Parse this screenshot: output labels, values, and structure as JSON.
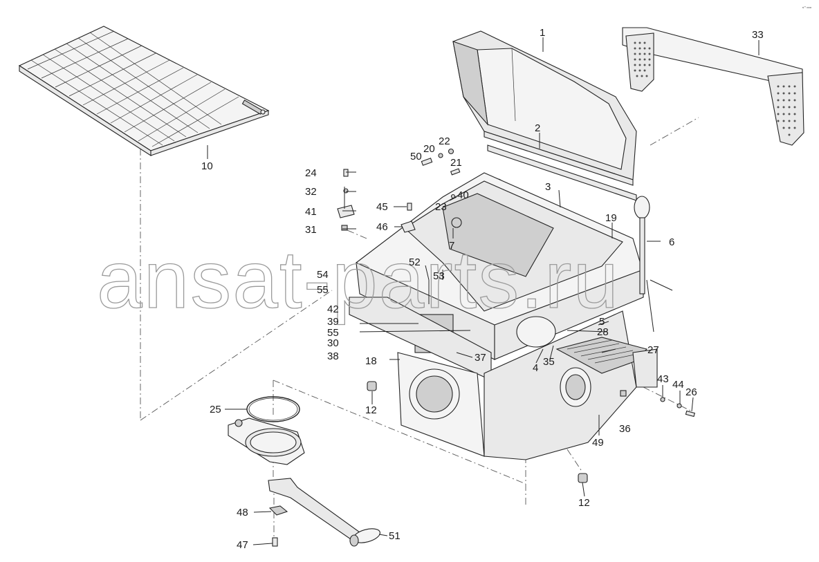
{
  "diagram": {
    "corner_mark": "s°° ooo",
    "watermark": "ansat-parts.ru",
    "callouts": {
      "c1": "1",
      "c2": "2",
      "c3": "3",
      "c4": "4",
      "c5": "5",
      "c6": "6",
      "c7": "7",
      "c10": "10",
      "c12a": "12",
      "c12b": "12",
      "c18": "18",
      "c19": "19",
      "c20": "20",
      "c21": "21",
      "c22": "22",
      "c23": "23",
      "c24": "24",
      "c25": "25",
      "c26": "26",
      "c27": "27",
      "c28": "28",
      "c30": "30",
      "c31": "31",
      "c32": "32",
      "c33": "33",
      "c35": "35",
      "c36": "36",
      "c37": "37",
      "c38": "38",
      "c39": "39",
      "c40": "40",
      "c41": "41",
      "c42": "42",
      "c43": "43",
      "c44": "44",
      "c45": "45",
      "c46": "46",
      "c47": "47",
      "c48": "48",
      "c49": "49",
      "c50": "50",
      "c51": "51",
      "c52": "52",
      "c53": "53",
      "c54": "54",
      "c55a": "55",
      "c55b": "55"
    }
  }
}
